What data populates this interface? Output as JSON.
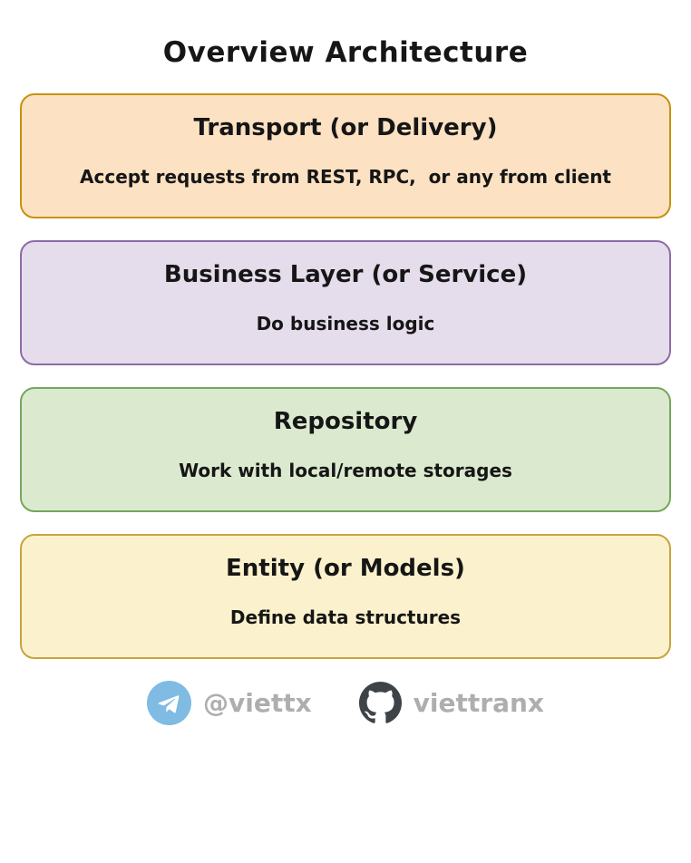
{
  "title": "Overview Architecture",
  "layers": [
    {
      "title": "Transport (or Delivery)",
      "description": "Accept requests from REST, RPC,  or any from client",
      "fill": "#fce1c3",
      "border": "#c6920e"
    },
    {
      "title": "Business Layer (or Service)",
      "description": "Do business logic",
      "fill": "#e5dcec",
      "border": "#8d6ba6"
    },
    {
      "title": "Repository",
      "description": "Work with local/remote storages",
      "fill": "#dbeacf",
      "border": "#74a75b"
    },
    {
      "title": "Entity (or Models)",
      "description": "Define data structures",
      "fill": "#fbf2cd",
      "border": "#c7a43b"
    }
  ],
  "footer": {
    "telegram_handle": "@viettx",
    "github_handle": "viettranx",
    "telegram_icon": "telegram-paper-plane",
    "github_icon": "github-octocat",
    "telegram_color": "#7fbbe3",
    "github_color": "#3e4347",
    "text_color": "#aeaeae"
  },
  "colors": {
    "background": "#ffffff",
    "text": "#161616"
  }
}
